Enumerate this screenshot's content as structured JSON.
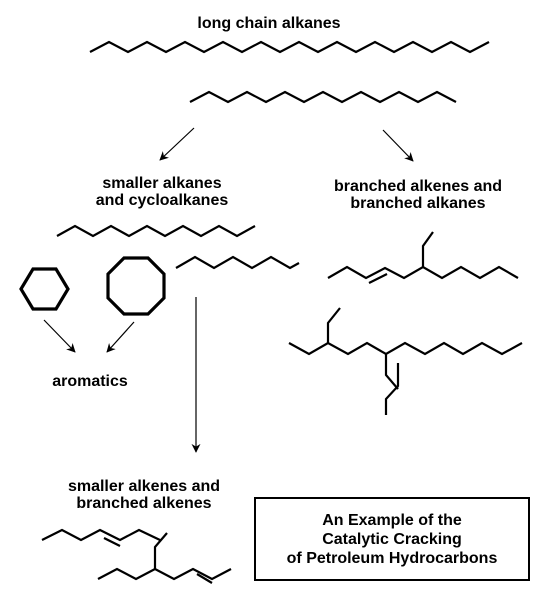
{
  "labels": {
    "long_chain": "long chain alkanes",
    "smaller_alkanes_1": "smaller alkanes",
    "smaller_alkanes_2": "and cycloalkanes",
    "branched_1": "branched alkenes and",
    "branched_2": "branched alkanes",
    "aromatics": "aromatics",
    "smaller_alkenes_1": "smaller alkenes and",
    "smaller_alkenes_2": "branched alkenes"
  },
  "caption": {
    "line1": "An Example of the",
    "line2": "Catalytic Cracking",
    "line3": "of Petroleum Hydrocarbons"
  },
  "colors": {
    "ink": "#000000",
    "background": "#ffffff"
  }
}
